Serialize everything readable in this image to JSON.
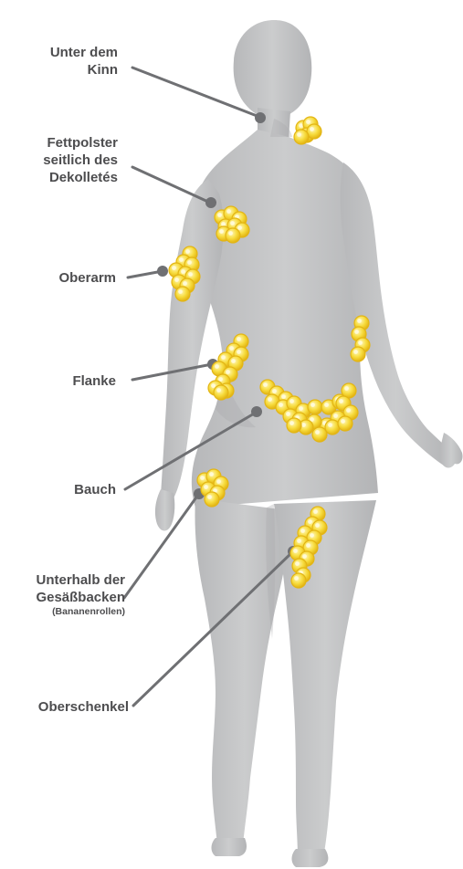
{
  "colors": {
    "body": "#c6c7c8",
    "body_shadow": "#a9aaac",
    "leader": "#6f7073",
    "text": "#4d4d4f",
    "fat_fill": "#f5d83a",
    "fat_edge": "#e3b514"
  },
  "figure": "standing-woman-silhouette",
  "fat_deposit_icon": "yellow-fat-cell-cluster",
  "labels": {
    "chin": {
      "lines": [
        "Unter dem",
        "Kinn"
      ]
    },
    "decollete": {
      "lines": [
        "Fettpolster",
        "seitlich des",
        "Dekolletés"
      ]
    },
    "upper_arm": {
      "lines": [
        "Oberarm"
      ]
    },
    "flank": {
      "lines": [
        "Flanke"
      ]
    },
    "belly": {
      "lines": [
        "Bauch"
      ]
    },
    "buttocks": {
      "lines": [
        "Unterhalb der",
        "Gesäßbacken"
      ],
      "sub": "(Bananenrollen)"
    },
    "thigh": {
      "lines": [
        "Oberschenkel"
      ]
    }
  }
}
